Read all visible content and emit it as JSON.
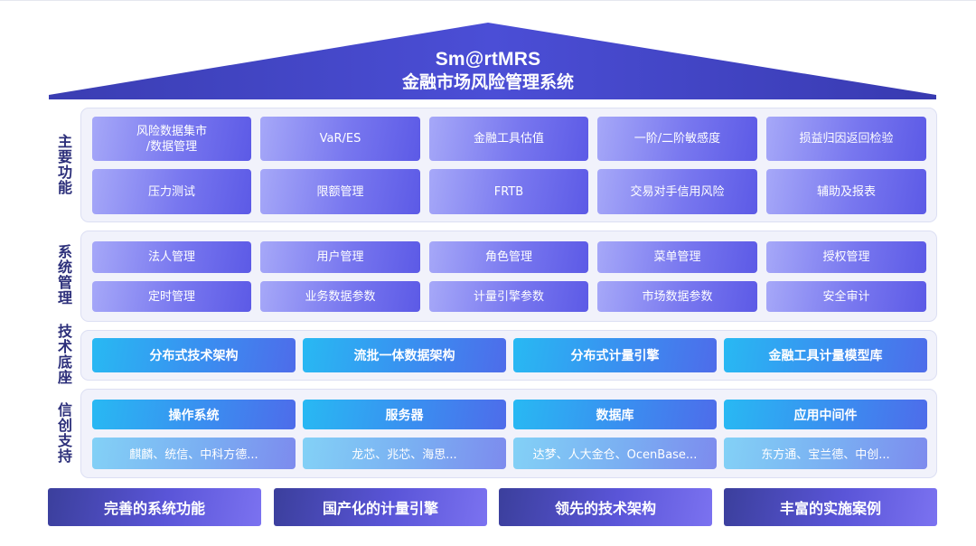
{
  "header": {
    "brand": "Sm@rtMRS",
    "title": "金融市场风险管理系统"
  },
  "rows": {
    "main_functions": {
      "label": [
        "主",
        "要",
        "功",
        "能"
      ],
      "items": [
        "风险数据集市\n/数据管理",
        "VaR/ES",
        "金融工具估值",
        "一阶/二阶敏感度",
        "损益归因返回检验",
        "压力测试",
        "限额管理",
        "FRTB",
        "交易对手信用风险",
        "辅助及报表"
      ]
    },
    "system_management": {
      "label": [
        "系",
        "统",
        "管",
        "理"
      ],
      "items": [
        "法人管理",
        "用户管理",
        "角色管理",
        "菜单管理",
        "授权管理",
        "定时管理",
        "业务数据参数",
        "计量引擎参数",
        "市场数据参数",
        "安全审计"
      ]
    },
    "tech_foundation": {
      "label": [
        "技",
        "术",
        "底",
        "座"
      ],
      "items": [
        "分布式技术架构",
        "流批一体数据架构",
        "分布式计量引擎",
        "金融工具计量模型库"
      ]
    },
    "xinchuang_support": {
      "label": [
        "信",
        "创",
        "支",
        "持"
      ],
      "categories": [
        "操作系统",
        "服务器",
        "数据库",
        "应用中间件"
      ],
      "vendors": [
        "麒麟、统信、中科方德...",
        "龙芯、兆芯、海思...",
        "达梦、人大金仓、OcenBase...",
        "东方通、宝兰德、中创..."
      ]
    }
  },
  "features": [
    "完善的系统功能",
    "国产化的计量引擎",
    "领先的技术架构",
    "丰富的实施案例"
  ],
  "colors": {
    "roof": "#3b3fb8",
    "label_text": "#2c2f7a",
    "panel_bg": "#f1f2fb",
    "purple_cell": "#7877ef",
    "cyan_cell": "#3a8ef0",
    "feature_bar": "#4a47c4"
  }
}
